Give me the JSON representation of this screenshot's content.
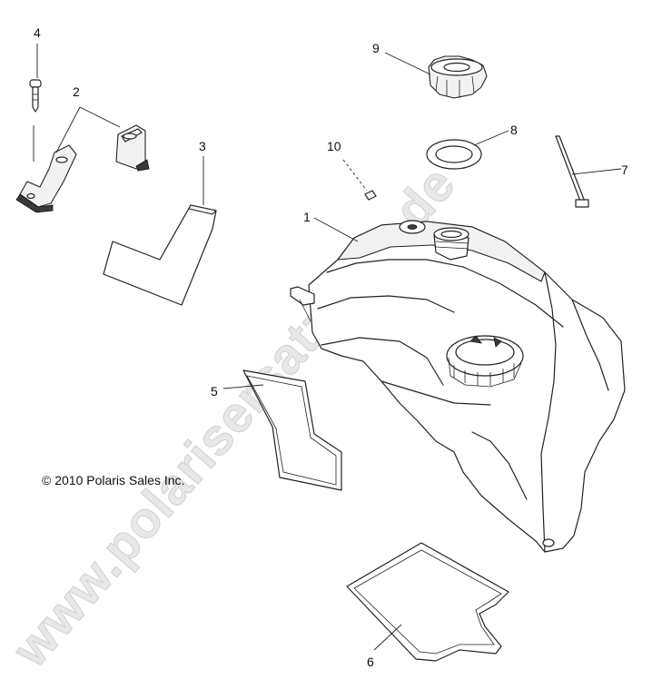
{
  "watermark": "www.polarisersatzteile.de",
  "copyright": "© 2010 Polaris Sales Inc.",
  "callouts": [
    {
      "id": "1",
      "label": "1"
    },
    {
      "id": "2",
      "label": "2"
    },
    {
      "id": "3",
      "label": "3"
    },
    {
      "id": "4",
      "label": "4"
    },
    {
      "id": "5",
      "label": "5"
    },
    {
      "id": "6",
      "label": "6"
    },
    {
      "id": "7",
      "label": "7"
    },
    {
      "id": "8",
      "label": "8"
    },
    {
      "id": "9",
      "label": "9"
    },
    {
      "id": "10",
      "label": "10"
    }
  ]
}
